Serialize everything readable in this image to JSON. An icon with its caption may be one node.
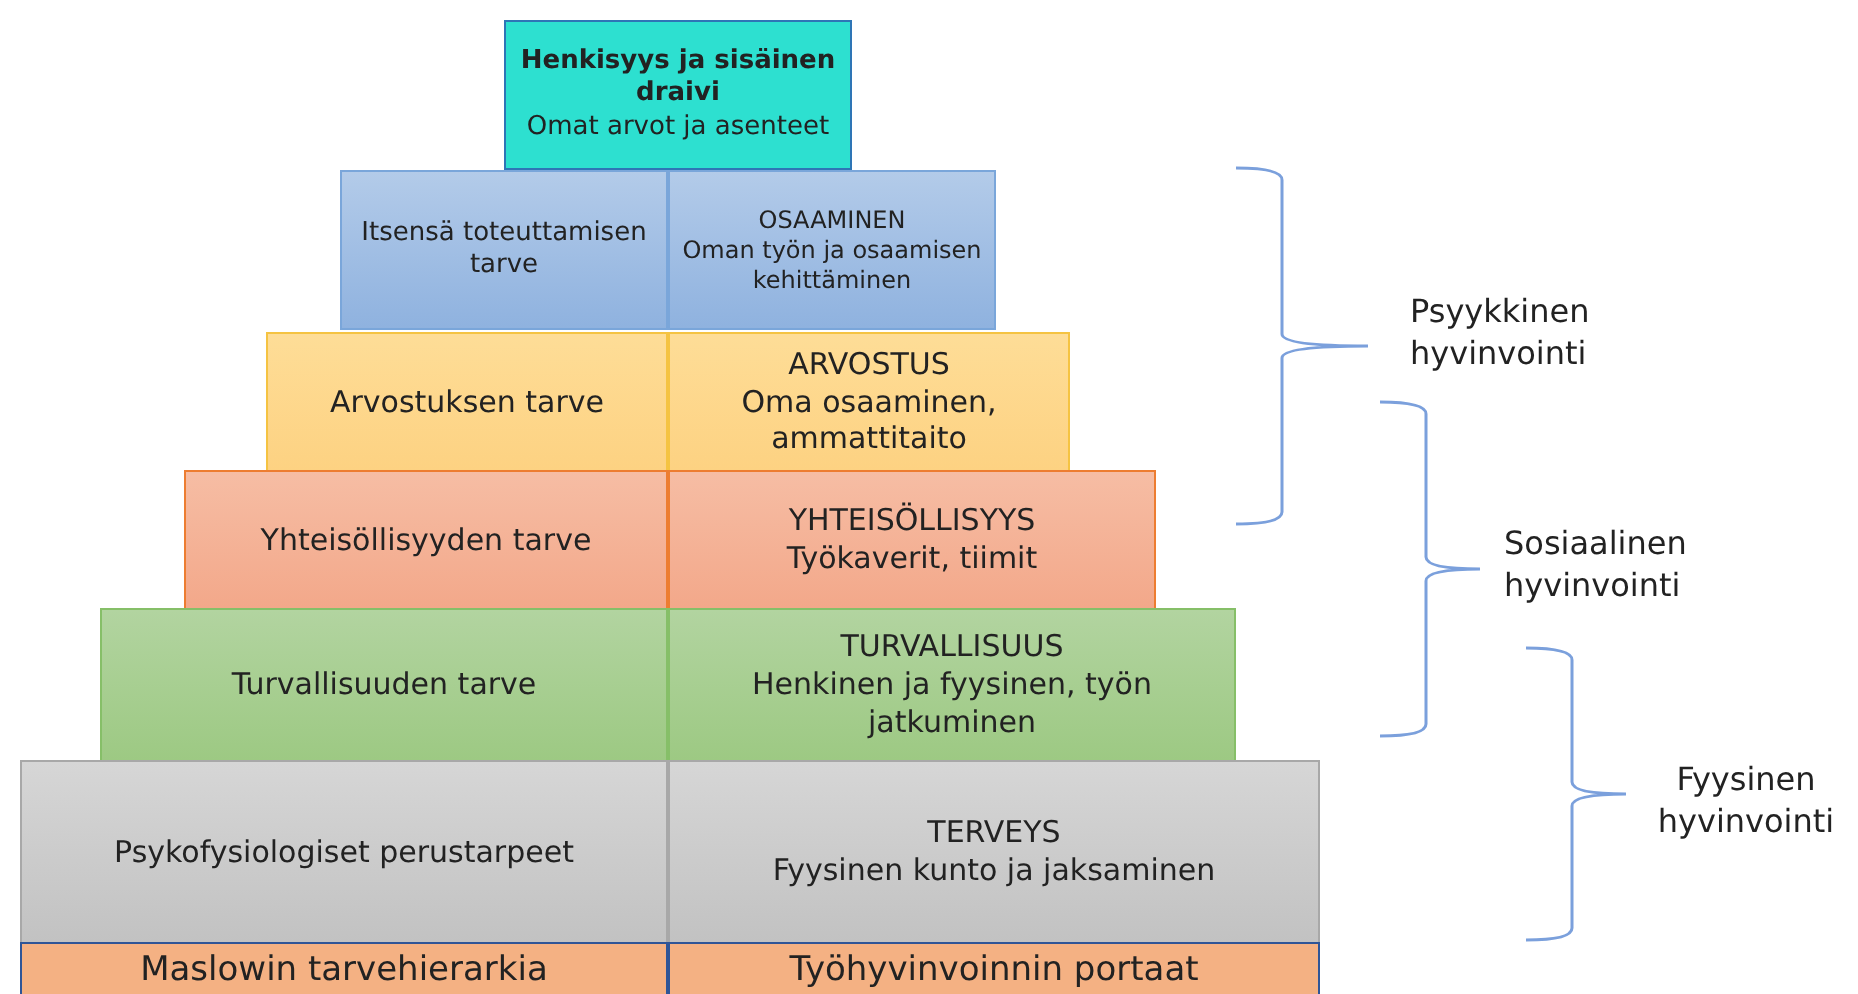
{
  "diagram": {
    "nodes": [
      {
        "text": [
          "Henkisyys ja sisäinen draivi",
          "Omat arvot ja asenteet"
        ]
      },
      {
        "text": [
          "Itsensä toteuttamisen tarve"
        ]
      },
      {
        "text": [
          "OSAAMINEN",
          "Oman työn ja osaamisen kehittäminen"
        ]
      },
      {
        "text": [
          "Arvostuksen tarve"
        ]
      },
      {
        "text": [
          "ARVOSTUS",
          "Oma osaaminen, ammattitaito"
        ]
      },
      {
        "text": [
          "Yhteisöllisyyden tarve"
        ]
      },
      {
        "text": [
          "YHTEISÖLLISYYS",
          "Työkaverit, tiimit"
        ]
      },
      {
        "text": [
          "Turvallisuuden tarve"
        ]
      },
      {
        "text": [
          "TURVALLISUUS",
          "Henkinen ja fyysinen, työn jatkuminen"
        ]
      },
      {
        "text": [
          "Psykofysiologiset perustarpeet"
        ]
      },
      {
        "text": [
          "TERVEYS",
          "Fyysinen kunto ja jaksaminen"
        ]
      },
      {
        "text": [
          "Maslowin tarvehierarkia"
        ]
      },
      {
        "text": [
          "Työhyvinvoinnin portaat"
        ]
      }
    ],
    "edges": [],
    "labels": [
      "Psyykkinen hyvinvointi",
      "Sosiaalinen hyvinvointi",
      "Fyysinen hyvinvointi"
    ]
  }
}
